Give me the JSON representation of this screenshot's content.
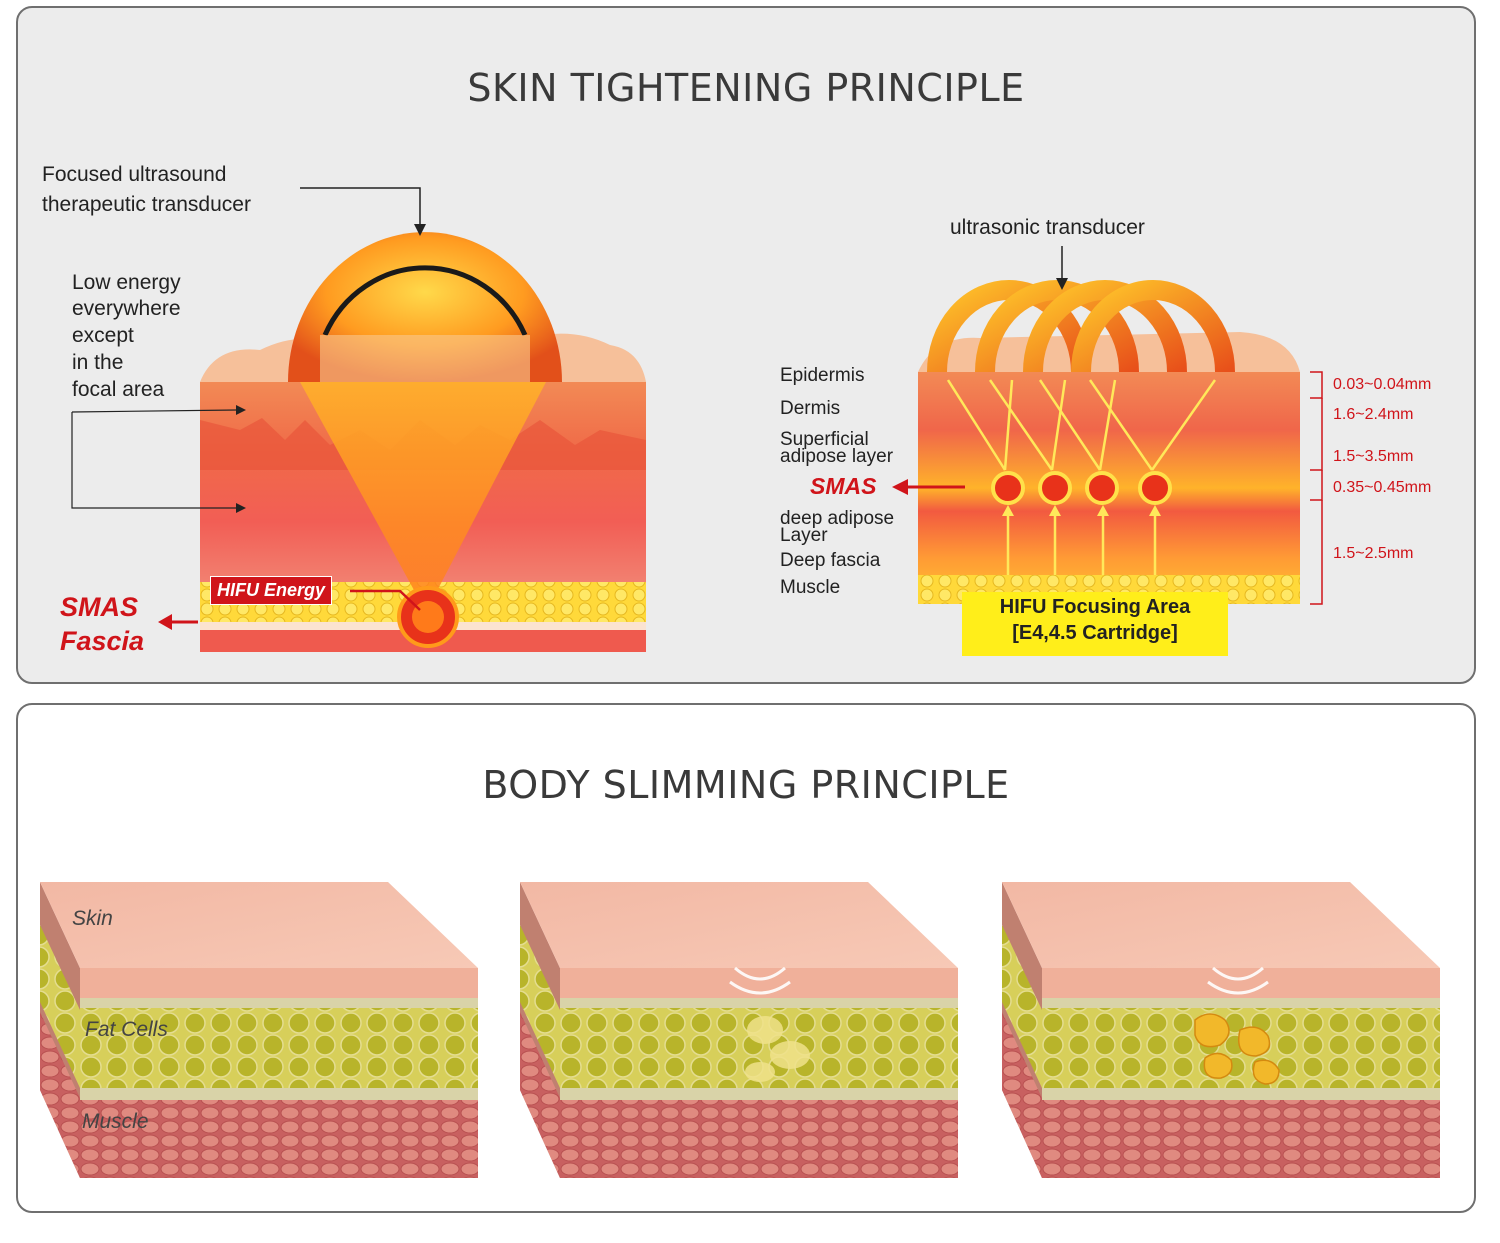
{
  "skin_tightening": {
    "title": "SKIN TIGHTENING PRINCIPLE",
    "left": {
      "transducer_label_1": "Focused ultrasound",
      "transducer_label_2": "therapeutic transducer",
      "low_energy_1": "Low energy",
      "low_energy_2": "everywhere",
      "low_energy_3": "except",
      "low_energy_4": "in the",
      "low_energy_5": "focal area",
      "hifu_energy": "HIFU Energy",
      "smas_1": "SMAS",
      "smas_2": "Fascia"
    },
    "right": {
      "transducer_label": "ultrasonic transducer",
      "layers": {
        "epidermis": "Epidermis",
        "dermis": "Dermis",
        "superficial_1": "Superficial",
        "superficial_2": "adipose layer",
        "smas": "SMAS",
        "deep_adipose_1": "deep adipose",
        "deep_adipose_2": "Layer",
        "deep_fascia": "Deep fascia",
        "muscle": "Muscle"
      },
      "depths": [
        "0.03~0.04mm",
        "1.6~2.4mm",
        "1.5~3.5mm",
        "0.35~0.45mm",
        "1.5~2.5mm"
      ],
      "focus_1": "HIFU Focusing Area",
      "focus_2": "[E4,4.5 Cartridge]"
    }
  },
  "body_slimming": {
    "title": "BODY SLIMMING PRINCIPLE",
    "skin": "Skin",
    "fat": "Fat Cells",
    "muscle": "Muscle"
  },
  "colors": {
    "accent_red": "#d0141a",
    "orange": "#f07a2a",
    "yellow": "#ffee1a",
    "fat_green": "#b8b42a",
    "muscle": "#c86060"
  }
}
